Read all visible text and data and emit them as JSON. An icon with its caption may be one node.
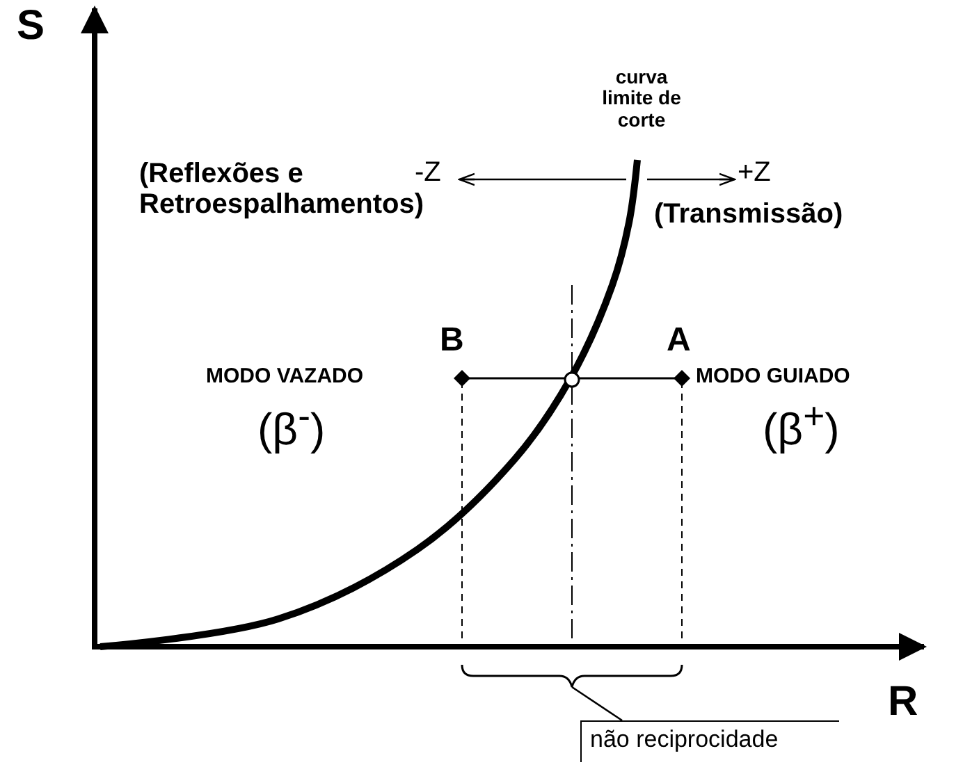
{
  "diagram": {
    "nodes": [
      {
        "text": [],
        "shape": "bracket"
      },
      {
        "text": [
          "não reciprocidade"
        ]
      }
    ],
    "edges": [
      {
        "from": 1,
        "to": 0,
        "arrow": "none"
      }
    ],
    "labels": [
      "S",
      "curva limite de corte",
      "(Reflexões e Retroespalhamentos)",
      "-Z",
      "+Z",
      "(Transmissão)",
      "B",
      "A",
      "MODO VAZADO",
      "MODO GUIADO",
      "(β$^{-}$)",
      "(β$^{+}$)",
      "R"
    ]
  }
}
